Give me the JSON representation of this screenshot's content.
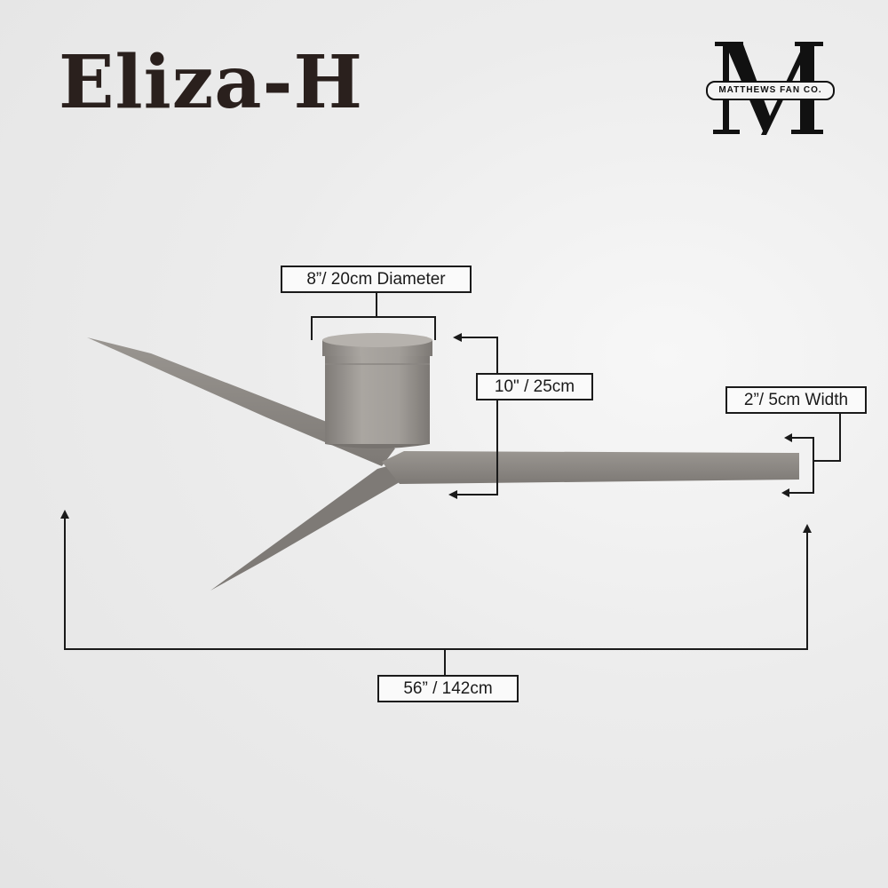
{
  "title": "Eliza-H",
  "logo": {
    "letter": "M",
    "brand": "MATTHEWS FAN CO."
  },
  "dimensions": {
    "diameter": "8”/ 20cm Diameter",
    "height": "10\" / 25cm",
    "blade_width": "2”/ 5cm Width",
    "span": "56” / 142cm"
  },
  "colors": {
    "text": "#2a201d",
    "fan": "#8f8b86",
    "line": "#1a1a1a"
  }
}
